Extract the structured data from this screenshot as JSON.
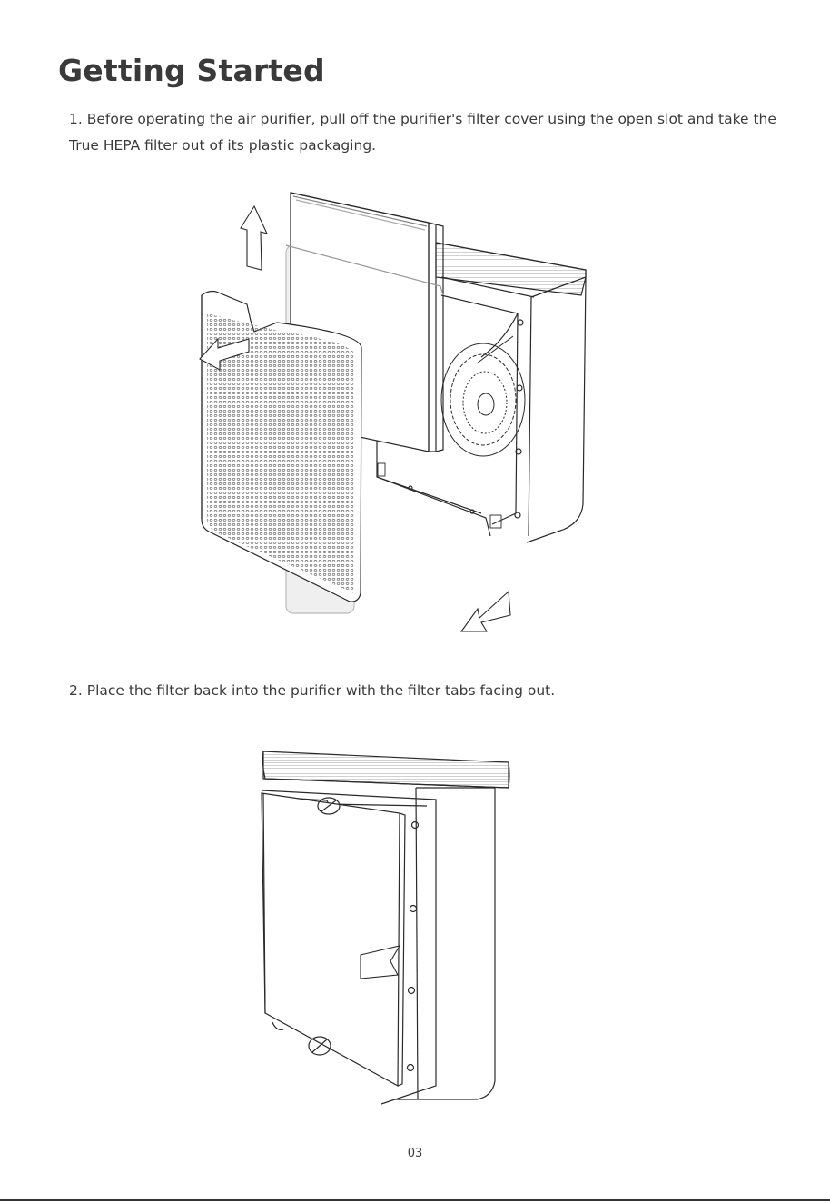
{
  "page": {
    "title": "Getting Started",
    "steps": [
      {
        "text": "1. Before operating the air purifier, pull off the purifier's filter cover using the open slot and take the True HEPA filter out of its plastic packaging."
      },
      {
        "text": "2.  Place the filter back into the purifier with the filter tabs facing out."
      }
    ],
    "page_number": "03"
  },
  "colors": {
    "line": "#2a2a2a",
    "mesh": "#555555",
    "filter_tint": "#e9e9e9"
  },
  "icons": {
    "up_arrow": "arrow-up-icon",
    "remove_arrow": "arrow-left-down-icon",
    "insert_arrow": "arrow-right-icon"
  }
}
